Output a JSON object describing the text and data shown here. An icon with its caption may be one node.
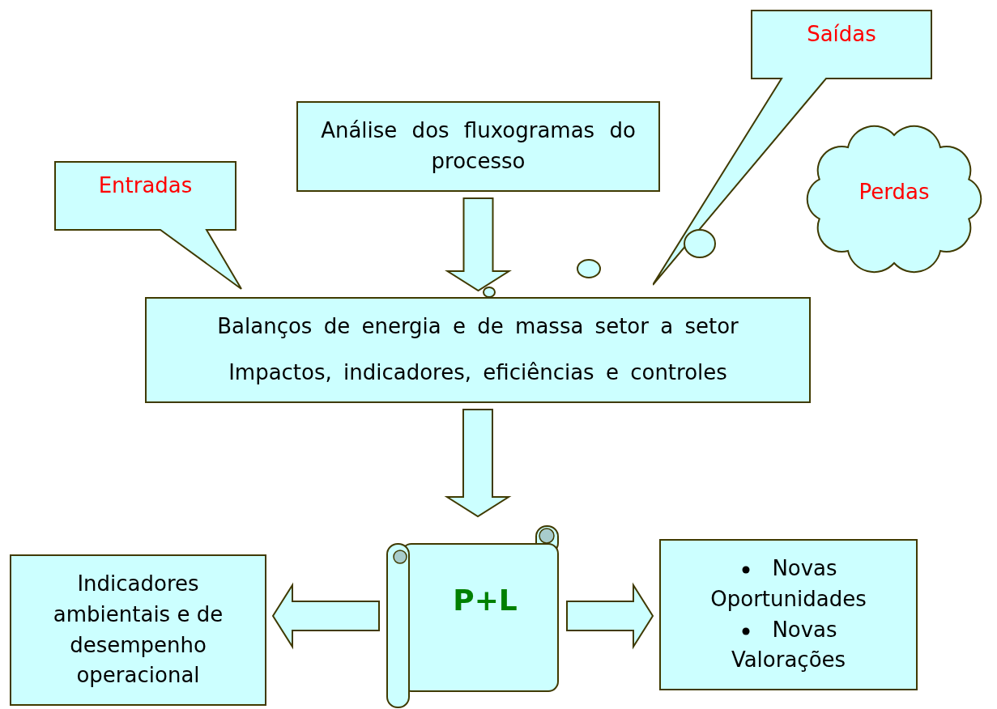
{
  "diagram": {
    "nodes": [
      {
        "text": [
          "Saídas"
        ]
      },
      {
        "text": [
          "Análise dos fluxogramas do processo"
        ]
      },
      {
        "text": [
          "Perdas"
        ]
      },
      {
        "text": [
          "Entradas"
        ]
      },
      {
        "text": [
          "Balanços de energia e de massa setor a setor",
          "Impactos, indicadores, eficiências e controles"
        ]
      },
      {
        "text": [
          "P+L"
        ]
      },
      {
        "text": [
          "Indicadores ambientais e de desempenho operacional"
        ]
      },
      {
        "text": [
          "Novas Oportunidades",
          "Novas Valorações"
        ]
      }
    ],
    "edges": [
      {
        "from": 1,
        "to": 4,
        "arrow": "to"
      },
      {
        "from": 4,
        "to": 5,
        "arrow": "to"
      },
      {
        "from": 5,
        "to": 6,
        "arrow": "to"
      },
      {
        "from": 5,
        "to": 7,
        "arrow": "to"
      },
      {
        "from": 2,
        "to": 4,
        "arrow": "none"
      }
    ]
  }
}
